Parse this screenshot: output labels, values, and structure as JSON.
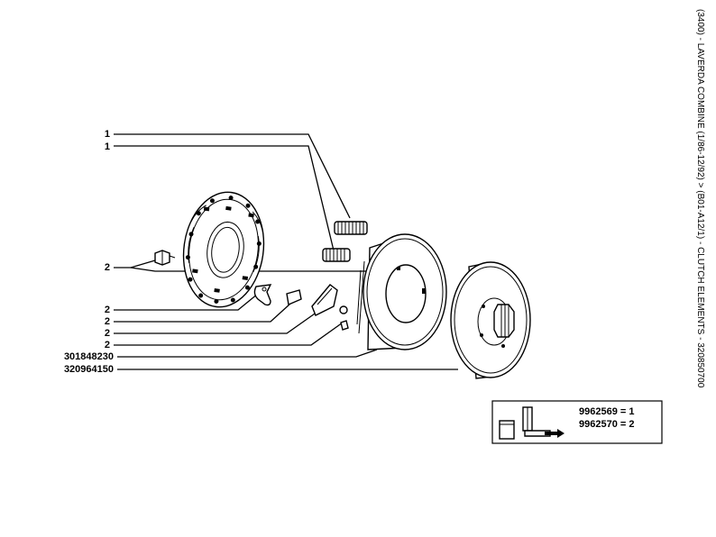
{
  "side_title": "(3400) - LAVERDA COMBINE (1/86-12/92) > (B01-A12/1) - CLUTCH ELEMENTS - 320850700",
  "callouts": [
    {
      "label": "1",
      "part": "spring-upper"
    },
    {
      "label": "1",
      "part": "spring-lower"
    },
    {
      "label": "2",
      "part": "adjusting-nut"
    },
    {
      "label": "2",
      "part": "release-lever"
    },
    {
      "label": "2",
      "part": "strut"
    },
    {
      "label": "2",
      "part": "lever-bracket"
    },
    {
      "label": "2",
      "part": "pin"
    },
    {
      "label": "301848230",
      "part": "pressure-plate"
    },
    {
      "label": "320964150",
      "part": "clutch-disc"
    }
  ],
  "kit_legend": [
    {
      "text": "9962569 = 1"
    },
    {
      "text": "9962570 = 2"
    }
  ]
}
